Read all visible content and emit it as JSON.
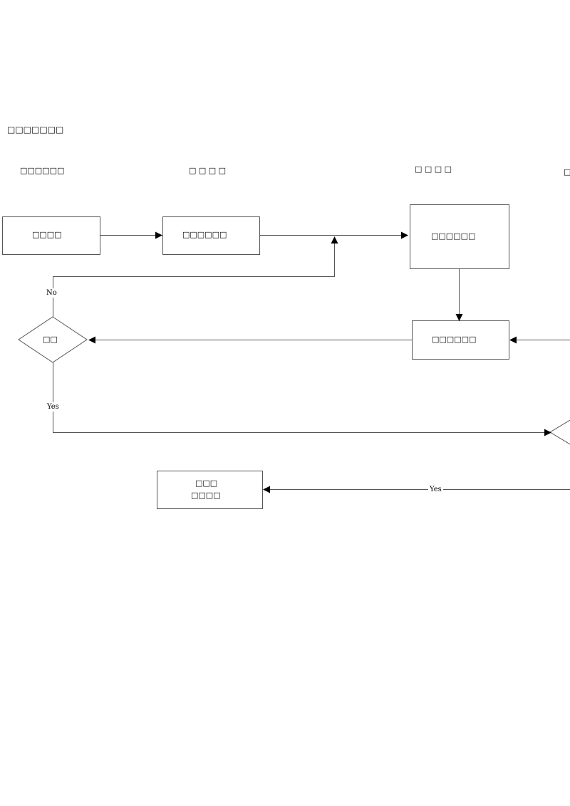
{
  "diagram": {
    "title": "□□□□□□□",
    "lanes": [
      {
        "id": "lane-1",
        "label": "□□□□□□"
      },
      {
        "id": "lane-2",
        "label": "□ □ □ □"
      },
      {
        "id": "lane-3",
        "label": "□  □  □   □"
      },
      {
        "id": "lane-4",
        "label": "□"
      }
    ],
    "nodes": {
      "start": "□□□□",
      "step1": "□□□□□□",
      "step2": "□□□□□□",
      "step3": "□□□□□□",
      "decision1": "□□",
      "end_line1": "□□□",
      "end_line2": "□□□□"
    },
    "edge_labels": {
      "no": "No",
      "yes1": "Yes",
      "yes2": "Yes"
    }
  }
}
